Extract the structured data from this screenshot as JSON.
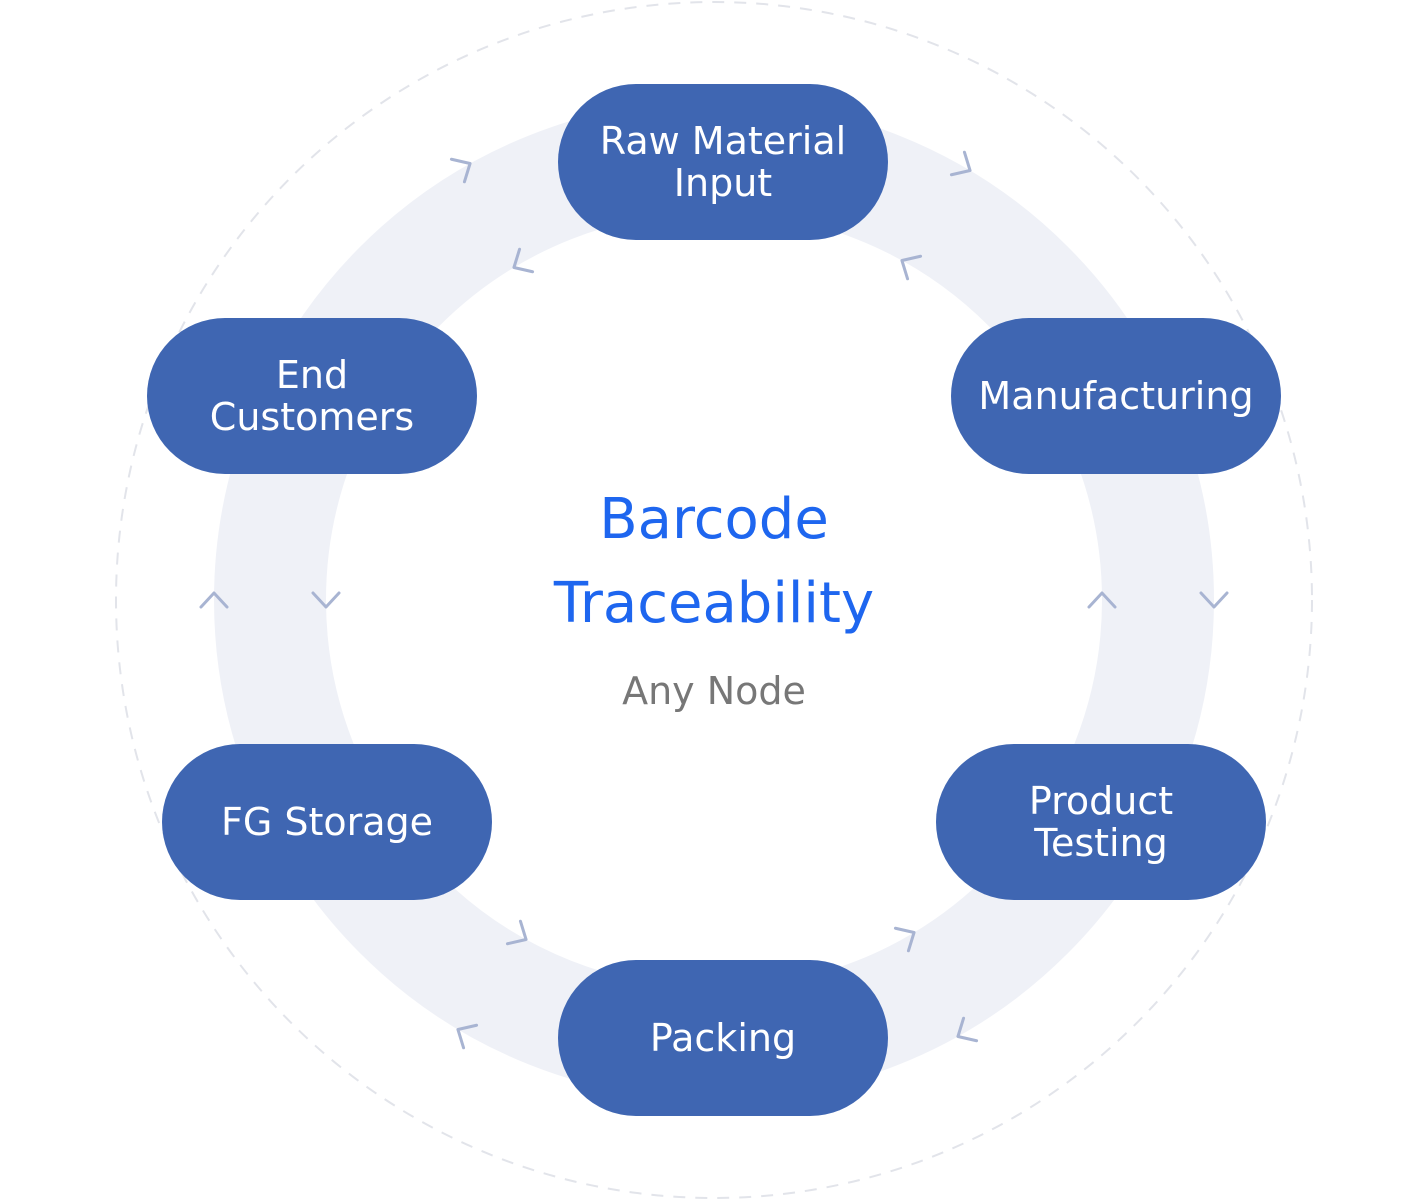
{
  "colors": {
    "node_fill": "#3f66b2",
    "node_text": "#ffffff",
    "ring": "#eff1f7",
    "dashed_circle": "#e2e4ea",
    "arrow": "#a8b4d2",
    "title": "#1e66ef",
    "subtitle": "#777777"
  },
  "center": {
    "title_line1": "Barcode",
    "title_line2": "Traceability",
    "subtitle": "Any Node"
  },
  "nodes": [
    {
      "id": "raw",
      "lines": [
        "Raw Material",
        "Input"
      ]
    },
    {
      "id": "mfg",
      "lines": [
        "Manufacturing"
      ]
    },
    {
      "id": "test",
      "lines": [
        "Product",
        "Testing"
      ]
    },
    {
      "id": "pack",
      "lines": [
        "Packing"
      ]
    },
    {
      "id": "fg",
      "lines": [
        "FG Storage"
      ]
    },
    {
      "id": "end",
      "lines": [
        "End",
        "Customers"
      ]
    }
  ],
  "flow_arrows": {
    "outer_direction": "clockwise",
    "inner_direction": "counterclockwise",
    "count_per_track": 6,
    "icon": "chevron-icon"
  }
}
